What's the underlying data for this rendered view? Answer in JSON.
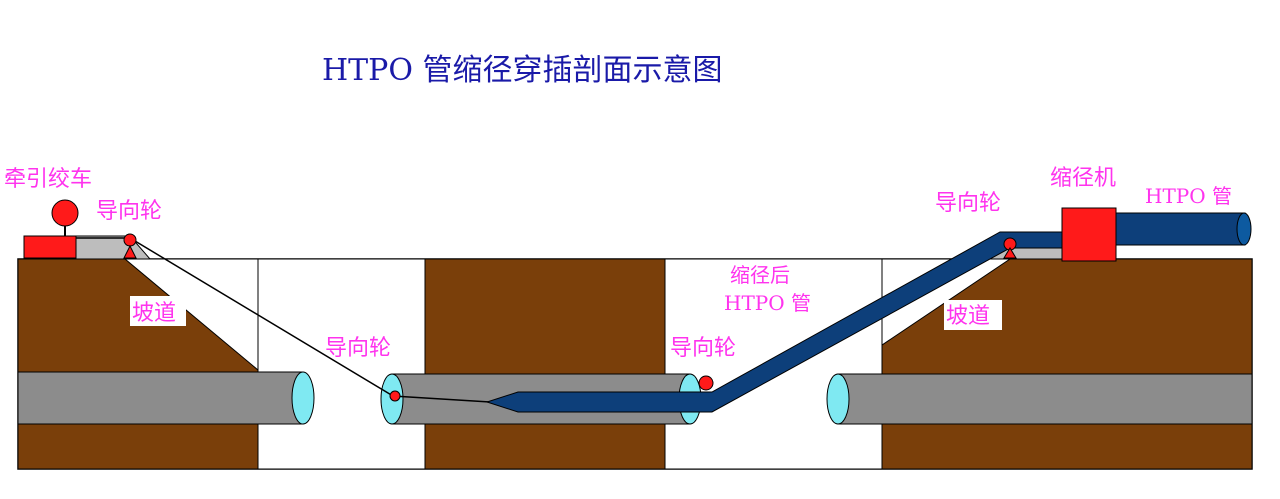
{
  "title": "HTPO 管缩径穿插剖面示意图",
  "labels": {
    "winch": "牵引绞车",
    "guide_wheel_left_top": "导向轮",
    "slope_left": "坡道",
    "guide_wheel_pit_left": "导向轮",
    "guide_wheel_pit_right": "导向轮",
    "reduced_pipe_line1": "缩径后",
    "reduced_pipe_line2": "HTPO 管",
    "guide_wheel_right_top": "导向轮",
    "reducer": "缩径机",
    "htpo_pipe": "HTPO 管",
    "slope_right": "坡道"
  },
  "colors": {
    "soil": "#7a3f0a",
    "pipe_gray": "#8c8c8c",
    "pipe_end": "#7fe9f2",
    "htpo_blue": "#0d3f7a",
    "machine_red": "#ff1a1a",
    "label_magenta": "#ff33ee",
    "title_blue": "#1a1aa8"
  }
}
